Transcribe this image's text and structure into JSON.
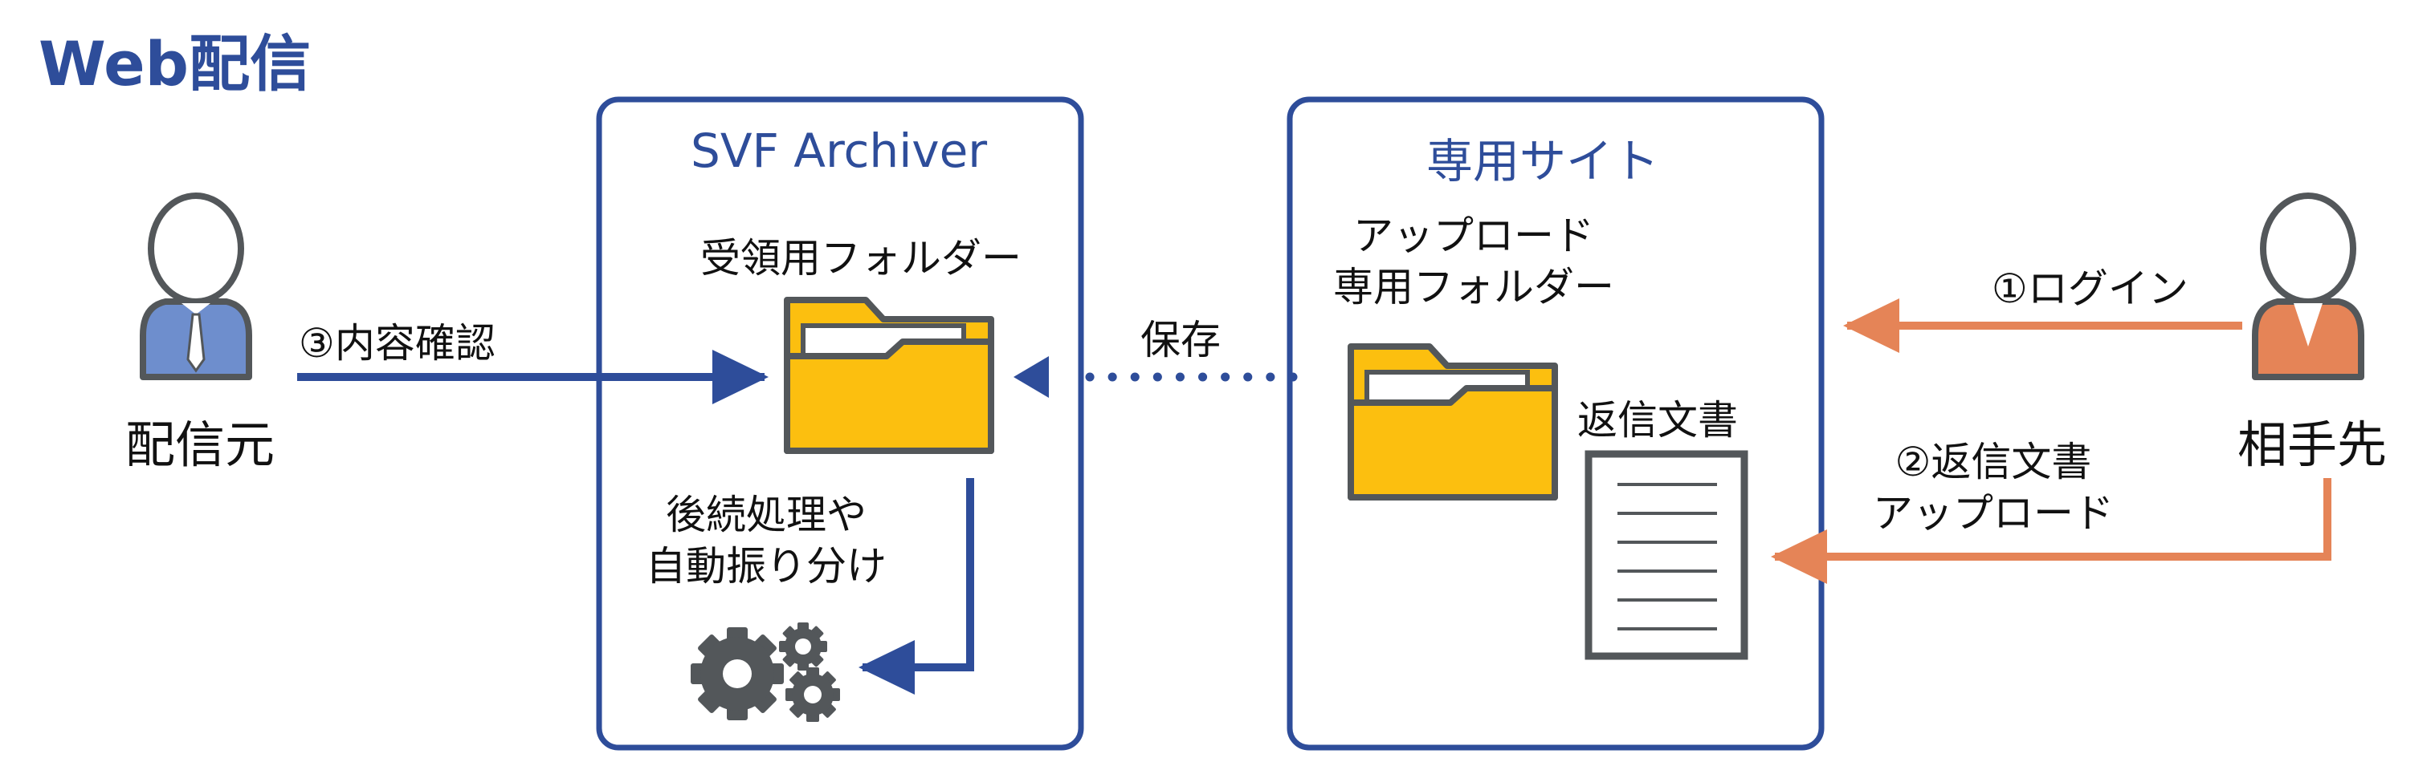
{
  "title": "Web配信",
  "colors": {
    "blue": "#2e4d9a",
    "orange": "#e58457",
    "folder": "#fcbf0f",
    "dark": "#53575a"
  },
  "nodes": {
    "sender": {
      "label": "配信元",
      "icon": "businessman-icon"
    },
    "recipient": {
      "label": "相手先",
      "icon": "businessman-icon"
    }
  },
  "svf_box": {
    "title": "SVF Archiver",
    "folder_label": "受領用フォルダー",
    "process_label_1": "後続処理や",
    "process_label_2": "自動振り分け",
    "gear_icon": "gears-icon"
  },
  "site_box": {
    "title": "専用サイト",
    "folder_label_1": "アップロード",
    "folder_label_2": "専用フォルダー",
    "document_label": "返信文書"
  },
  "edges": {
    "confirm": "③内容確認",
    "save": "保存",
    "login": "①ログイン",
    "upload_1": "②返信文書",
    "upload_2": "アップロード"
  }
}
